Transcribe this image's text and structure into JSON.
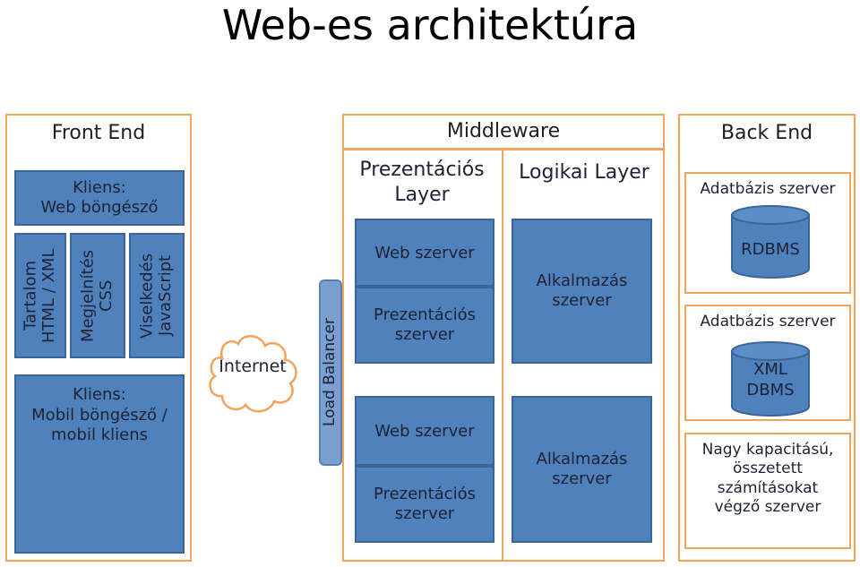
{
  "title": "Web-es architektúra",
  "front_end": {
    "header": "Front End",
    "browser_client": "Kliens:\nWeb böngésző",
    "layers": [
      "Tartalom\nHTML / XML",
      "Megjelnítés\nCSS",
      "Viselkedés\nJavaScript"
    ],
    "mobile_client": "Kliens:\nMobil böngésző /\nmobil kliens"
  },
  "internet": "Internet",
  "load_balancer": "Load Balancer",
  "middleware": {
    "header": "Middleware",
    "presentation_layer": "Prezentációs\nLayer",
    "logic_layer": "Logikai Layer",
    "group1": {
      "web_server": "Web szerver",
      "presentation_server": "Prezentációs\nszerver",
      "app_server": "Alkalmazás\nszerver"
    },
    "group2": {
      "web_server": "Web szerver",
      "presentation_server": "Prezentációs\nszerver",
      "app_server": "Alkalmazás\nszerver"
    }
  },
  "back_end": {
    "header": "Back End",
    "db1_label": "Adatbázis szerver",
    "db1_name": "RDBMS",
    "db2_label": "Adatbázis szerver",
    "db2_name": "XML\nDBMS",
    "compute": "Nagy kapacitású,\nösszetett\nszámításokat\nvégző szerver"
  },
  "colors": {
    "accent_border": "#f2a35c",
    "box_fill": "#4f81bd",
    "load_balancer": "#7b9fd0"
  }
}
